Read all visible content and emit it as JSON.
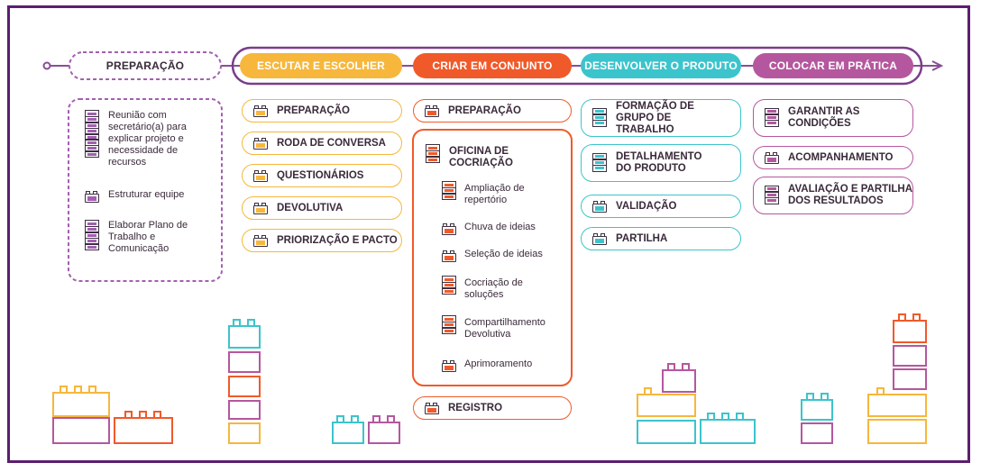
{
  "colors": {
    "purple": "#a35fb0",
    "yellow": "#f6b73c",
    "orange": "#f05a2a",
    "teal": "#3cc4cc",
    "mauve": "#b5579e",
    "frame": "#5b1e6e",
    "text": "#3a2a3a"
  },
  "phases": {
    "prep": "PREPARAÇÃO",
    "listen": "ESCUTAR E ESCOLHER",
    "create": "CRIAR EM CONJUNTO",
    "develop": "DESENVOLVER O PRODUTO",
    "practice": "COLOCAR EM PRÁTICA"
  },
  "prep_items": [
    "Reunião com secretário(a) para explicar projeto e necessidade de recursos",
    "Estruturar equipe",
    "Elaborar Plano de Trabalho e Comunicação"
  ],
  "listen_items": [
    "PREPARAÇÃO",
    "RODA DE CONVERSA",
    "QUESTIONÁRIOS",
    "DEVOLUTIVA",
    "PRIORIZAÇÃO E PACTO"
  ],
  "create": {
    "top": "PREPARAÇÃO",
    "workshop": "OFICINA DE COCRIAÇÃO",
    "workshop_items": [
      "Ampliação de repertório",
      "Chuva de ideias",
      "Seleção de ideias",
      "Cocriação de soluções",
      "Compartilhamento Devolutiva",
      "Aprimoramento"
    ],
    "bottom": "REGISTRO"
  },
  "develop_items": [
    "FORMAÇÃO DE GRUPO DE TRABALHO",
    "DETALHAMENTO DO PRODUTO",
    "VALIDAÇÃO",
    "PARTILHA"
  ],
  "practice_items": [
    "GARANTIR AS CONDIÇÕES",
    "ACOMPANHAMENTO",
    "AVALIAÇÃO E PARTILHA DOS RESULTADOS"
  ]
}
